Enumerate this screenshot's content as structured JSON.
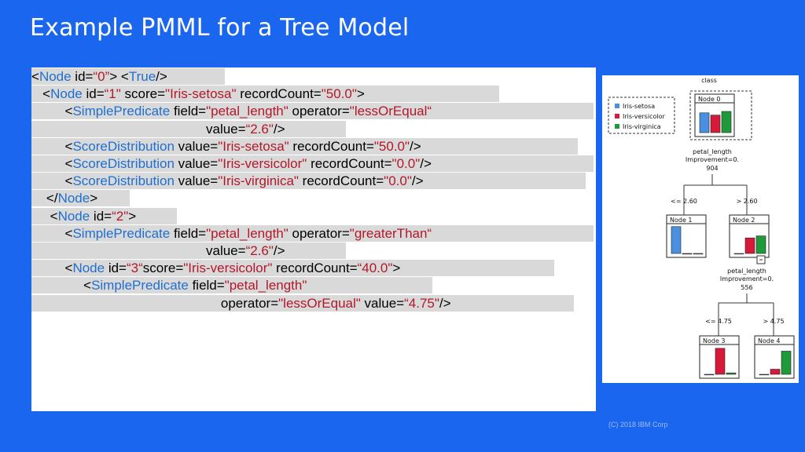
{
  "slide": {
    "title": "Example PMML for a Tree Model",
    "footer": "(C) 2018 IBM Corp"
  },
  "code_lines": [
    {
      "indent": "",
      "segs": [
        {
          "k": "p",
          "t": "<"
        },
        {
          "k": "t",
          "t": "Node"
        },
        {
          "k": "p",
          "t": " id="
        },
        {
          "k": "v",
          "t": "“0”"
        },
        {
          "k": "p",
          "t": "> <"
        },
        {
          "k": "t",
          "t": "True"
        },
        {
          "k": "p",
          "t": "/>"
        }
      ]
    },
    {
      "indent": "   ",
      "segs": [
        {
          "k": "p",
          "t": "<"
        },
        {
          "k": "t",
          "t": "Node"
        },
        {
          "k": "p",
          "t": " id="
        },
        {
          "k": "v",
          "t": "“1\""
        },
        {
          "k": "p",
          "t": " score="
        },
        {
          "k": "v",
          "t": "\"Iris-setosa\""
        },
        {
          "k": "p",
          "t": " recordCount="
        },
        {
          "k": "v",
          "t": "\"50.0\""
        },
        {
          "k": "p",
          "t": ">"
        }
      ]
    },
    {
      "indent": "         ",
      "segs": [
        {
          "k": "p",
          "t": "<"
        },
        {
          "k": "t",
          "t": "SimplePredicate"
        },
        {
          "k": "p",
          "t": " field="
        },
        {
          "k": "v",
          "t": "\"petal_length\""
        },
        {
          "k": "p",
          "t": " operator="
        },
        {
          "k": "v",
          "t": "\"lessOrEqual“"
        }
      ]
    },
    {
      "indent": "                                               ",
      "segs": [
        {
          "k": "p",
          "t": "value="
        },
        {
          "k": "v",
          "t": "“2.6\""
        },
        {
          "k": "p",
          "t": "/>"
        }
      ]
    },
    {
      "indent": "         ",
      "segs": [
        {
          "k": "p",
          "t": "<"
        },
        {
          "k": "t",
          "t": "ScoreDistribution"
        },
        {
          "k": "p",
          "t": " value="
        },
        {
          "k": "v",
          "t": "\"Iris-setosa\""
        },
        {
          "k": "p",
          "t": " recordCount="
        },
        {
          "k": "v",
          "t": "\"50.0\""
        },
        {
          "k": "p",
          "t": "/>"
        }
      ]
    },
    {
      "indent": "         ",
      "segs": [
        {
          "k": "p",
          "t": "<"
        },
        {
          "k": "t",
          "t": "ScoreDistribution"
        },
        {
          "k": "p",
          "t": " value="
        },
        {
          "k": "v",
          "t": "\"Iris-versicolor\""
        },
        {
          "k": "p",
          "t": " recordCount="
        },
        {
          "k": "v",
          "t": "\"0.0\""
        },
        {
          "k": "p",
          "t": "/>"
        }
      ]
    },
    {
      "indent": "         ",
      "segs": [
        {
          "k": "p",
          "t": "<"
        },
        {
          "k": "t",
          "t": "ScoreDistribution"
        },
        {
          "k": "p",
          "t": " value="
        },
        {
          "k": "v",
          "t": "\"Iris-virginica\""
        },
        {
          "k": "p",
          "t": " recordCount="
        },
        {
          "k": "v",
          "t": "\"0.0\""
        },
        {
          "k": "p",
          "t": "/>"
        }
      ]
    },
    {
      "indent": "    ",
      "segs": [
        {
          "k": "p",
          "t": "</"
        },
        {
          "k": "t",
          "t": "Node"
        },
        {
          "k": "p",
          "t": ">"
        }
      ]
    },
    {
      "indent": "     ",
      "segs": [
        {
          "k": "p",
          "t": "<"
        },
        {
          "k": "t",
          "t": "Node"
        },
        {
          "k": "p",
          "t": " id="
        },
        {
          "k": "v",
          "t": "“2\""
        },
        {
          "k": "p",
          "t": ">"
        }
      ]
    },
    {
      "indent": "         ",
      "segs": [
        {
          "k": "p",
          "t": "<"
        },
        {
          "k": "t",
          "t": "SimplePredicate"
        },
        {
          "k": "p",
          "t": " field="
        },
        {
          "k": "v",
          "t": "\"petal_length\""
        },
        {
          "k": "p",
          "t": " operator="
        },
        {
          "k": "v",
          "t": "\"greaterThan“"
        }
      ]
    },
    {
      "indent": "                                               ",
      "segs": [
        {
          "k": "p",
          "t": "value="
        },
        {
          "k": "v",
          "t": "“2.6\""
        },
        {
          "k": "p",
          "t": "/>"
        }
      ]
    },
    {
      "indent": "         ",
      "segs": [
        {
          "k": "p",
          "t": "<"
        },
        {
          "k": "t",
          "t": "Node"
        },
        {
          "k": "p",
          "t": " id="
        },
        {
          "k": "v",
          "t": "“3“"
        },
        {
          "k": "p",
          "t": "score="
        },
        {
          "k": "v",
          "t": "\"Iris-versicolor\""
        },
        {
          "k": "p",
          "t": " recordCount="
        },
        {
          "k": "v",
          "t": "“40.0\""
        },
        {
          "k": "p",
          "t": ">"
        }
      ]
    },
    {
      "indent": "              ",
      "segs": [
        {
          "k": "p",
          "t": "<"
        },
        {
          "k": "t",
          "t": "SimplePredicate"
        },
        {
          "k": "p",
          "t": " field="
        },
        {
          "k": "v",
          "t": "\"petal_length\""
        }
      ]
    },
    {
      "indent": "                                                   ",
      "segs": [
        {
          "k": "p",
          "t": "operator="
        },
        {
          "k": "v",
          "t": "\"lessOrEqual\""
        },
        {
          "k": "p",
          "t": " value="
        },
        {
          "k": "v",
          "t": "“4.75\""
        },
        {
          "k": "p",
          "t": "/>"
        }
      ]
    }
  ],
  "tree": {
    "root_label": "class",
    "legend": [
      "Iris-setosa",
      "Iris-versicolor",
      "Iris-virginica"
    ],
    "colors": {
      "setosa": "#4a8fe0",
      "versicolor": "#d81a3a",
      "virginica": "#1f9a3a"
    },
    "nodes": [
      {
        "label": "Node 0",
        "values": [
          0.7,
          0.62,
          0.75
        ]
      },
      {
        "label": "Node 1",
        "values": [
          0.95,
          0.0,
          0.0
        ]
      },
      {
        "label": "Node 2",
        "values": [
          0.0,
          0.55,
          0.62
        ]
      },
      {
        "label": "Node 3",
        "values": [
          0.0,
          0.92,
          0.05
        ]
      },
      {
        "label": "Node 4",
        "values": [
          0.0,
          0.18,
          0.82
        ]
      }
    ],
    "splits": [
      {
        "field": "petal_length",
        "improvement": "Improvement=0.",
        "value": "904",
        "left": "<= 2.60",
        "right": "> 2.60"
      },
      {
        "field": "petal_length",
        "improvement": "Improvement=0.",
        "value": "556",
        "left": "<= 4.75",
        "right": "> 4.75"
      }
    ]
  }
}
